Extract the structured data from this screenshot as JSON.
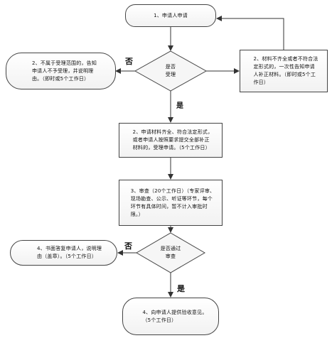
{
  "nodes": {
    "start": "1、申请人申请",
    "reject_notice": "2、不属于受理范围的，告知\n申请人不予受理，并说明理\n由。（即时或5个工作日）",
    "accept_decision": "是否\n受理",
    "supplement": "2、材料不齐全或者不符合法\n定形式的，一次性告知申请\n人补正材料。（即时或5个工\n作日）",
    "accept": "2、申请材料齐全、符合法定形式，\n或者申请人按照要求提交全部补正\n材料的，受理申请。（5个工作日）",
    "review": "3、审查（20个工作日）（专家评审、\n现场勘查、公示、听证等环节，每个\n环节有具体时间，暂不计入审批时\n限。）",
    "written_reply": "4、书面答复申请人，说明理\n由（盖章）。（5个工作日）",
    "pass_decision": "是否通过\n审查",
    "final_opinion": "4、向申请人提供验收意见。\n（5个工作日）"
  },
  "edge_labels": {
    "no_1": "否",
    "yes_1": "是",
    "no_2": "否",
    "yes_2": "是"
  }
}
